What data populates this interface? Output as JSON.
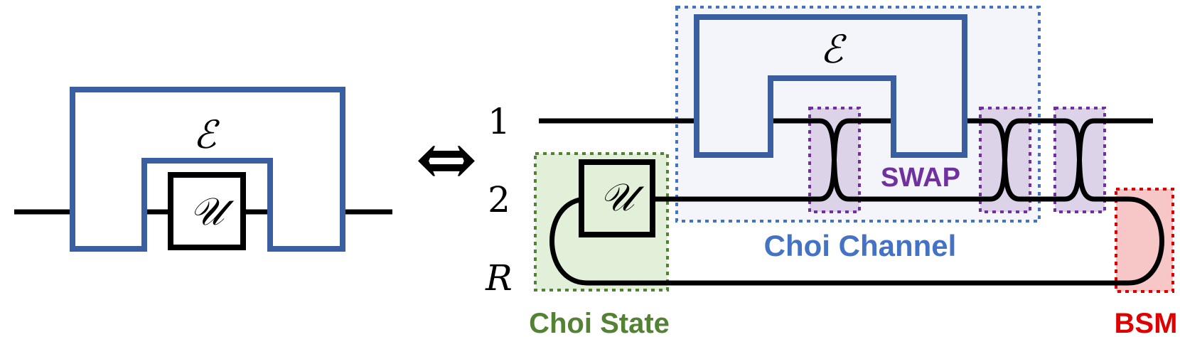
{
  "left_circuit": {
    "channel_symbol": "ℰ",
    "unitary_symbol": "𝒰"
  },
  "equivalence_symbol": "⇔",
  "right_circuit": {
    "wire_labels": [
      "1",
      "2",
      "R"
    ],
    "channel_symbol": "ℰ",
    "unitary_symbol": "𝒰",
    "swap_label": "SWAP",
    "choi_channel_label": "Choi Channel",
    "choi_state_label": "Choi State",
    "bsm_label": "BSM"
  },
  "colors": {
    "channel_blue": "#3a5fa0",
    "label_blue": "#4472c4",
    "swap_purple": "#7030a0",
    "choi_state_green": "#548235",
    "bsm_red": "#e00000",
    "wire": "#000000"
  }
}
